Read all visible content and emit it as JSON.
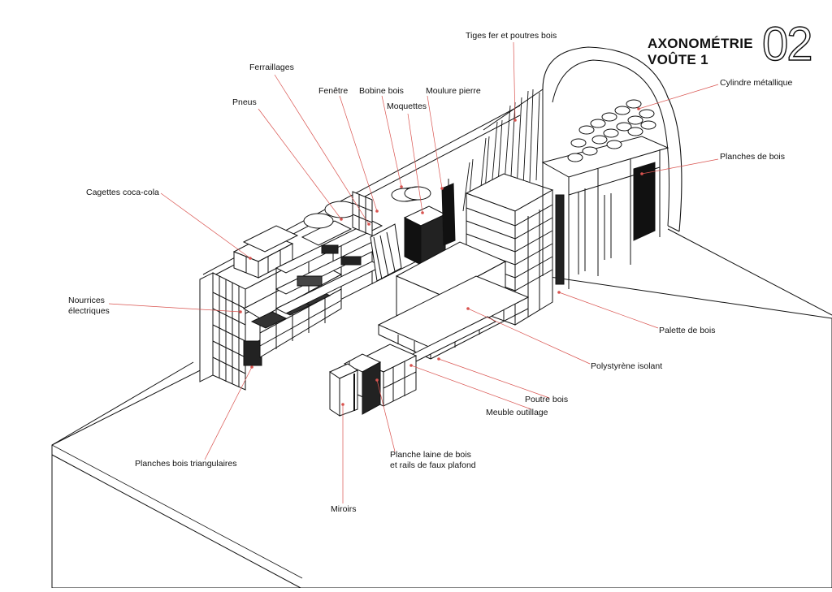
{
  "title": {
    "line1": "AXONOMÉTRIE",
    "line2": "VOÛTE 1",
    "number": "02"
  },
  "colors": {
    "ink": "#111111",
    "leader": "#d9534f",
    "background": "#ffffff"
  },
  "labels": {
    "tiges": "Tiges fer et poutres bois",
    "ferraillages": "Ferraillages",
    "fenetre": "Fenêtre",
    "bobine": "Bobine bois",
    "moulure": "Moulure pierre",
    "moquettes": "Moquettes",
    "pneus": "Pneus",
    "cylindre": "Cylindre métallique",
    "planches_bois": "Planches de bois",
    "cagettes": "Cagettes coca-cola",
    "nourrices_1": "Nourrices",
    "nourrices_2": "électriques",
    "palette": "Palette de bois",
    "polystyrene": "Polystyrène isolant",
    "poutre": "Poutre bois",
    "meuble": "Meuble outillage",
    "planche_laine_1": "Planche laine de bois",
    "planche_laine_2": "et rails de faux plafond",
    "planches_tri": "Planches bois triangulaires",
    "miroirs": "Miroirs"
  }
}
